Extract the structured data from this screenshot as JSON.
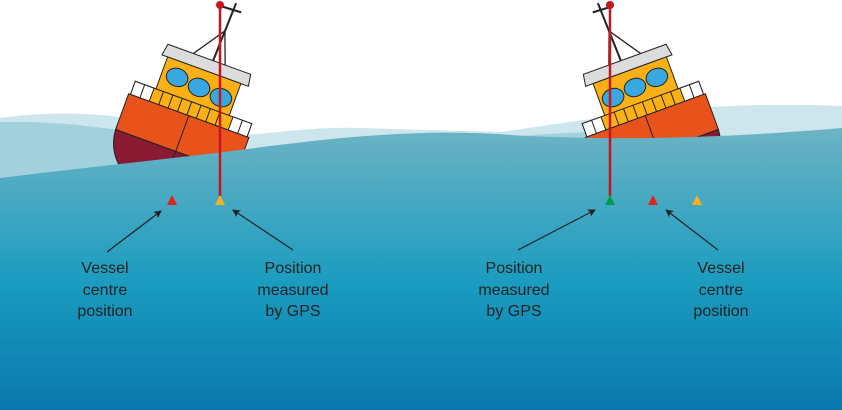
{
  "colors": {
    "sky": "#ffffff",
    "wave_back": "#cde6ee",
    "wave_mid": "#a3d0dd",
    "water_top": "#6db3c4",
    "water_mid": "#1a9cc0",
    "water_bottom": "#0a77ad",
    "hull_upper": "#e8531c",
    "hull_lower": "#8a1a32",
    "cabin": "#fbb015",
    "roof": "#dcdcdc",
    "window": "#3aa8e0",
    "mast_line": "#c4161c",
    "marker_vessel_centre": "#e2231a",
    "marker_gps_left": "#fbb015",
    "marker_gps_right": "#009a49",
    "marker_extra_right": "#fbb015",
    "outline": "#222222"
  },
  "left_panel": {
    "vessel_label": [
      "Vessel",
      "centre",
      "position"
    ],
    "gps_label": [
      "Position",
      "measured",
      "by GPS"
    ]
  },
  "right_panel": {
    "gps_label": [
      "Position",
      "measured",
      "by GPS"
    ],
    "vessel_label": [
      "Vessel",
      "centre",
      "position"
    ]
  }
}
